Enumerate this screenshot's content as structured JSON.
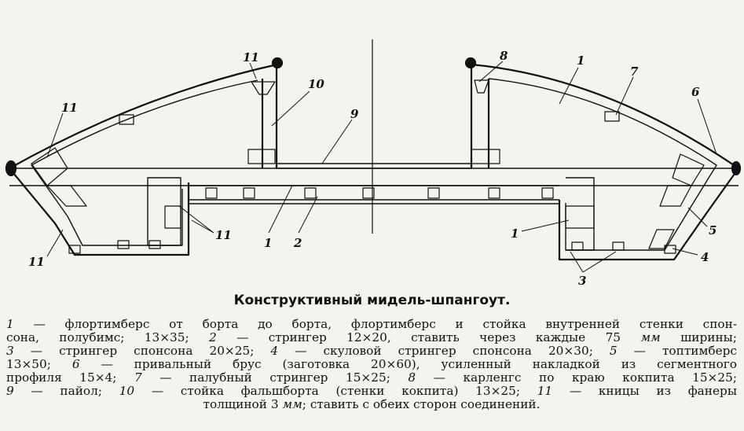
{
  "title": "Конструктивный мидель-шпангоут.",
  "callouts": {
    "n11a": "11",
    "n11b": "11",
    "n11c": "11",
    "n11d": "11",
    "n10": "10",
    "n9": "9",
    "n8": "8",
    "n1a": "1",
    "n7": "7",
    "n6": "6",
    "n1b": "1",
    "n2": "2",
    "n1c": "1",
    "n5": "5",
    "n4": "4",
    "n3": "3"
  },
  "caption_lines": [
    {
      "segs": [
        {
          "t": "1",
          "i": true
        },
        {
          "t": " — флортимберс от борта до борта, флортимберс и стойка внутренней стенки спон-"
        }
      ]
    },
    {
      "segs": [
        {
          "t": "сона, полубимс; 13×35; "
        },
        {
          "t": "2",
          "i": true
        },
        {
          "t": " — стрингер 12×20, ставить через каждые 75 "
        },
        {
          "t": "мм",
          "i": true
        },
        {
          "t": " ширины;"
        }
      ]
    },
    {
      "segs": [
        {
          "t": "3",
          "i": true
        },
        {
          "t": " — стрингер спонсона 20×25; "
        },
        {
          "t": "4",
          "i": true
        },
        {
          "t": " — скуловой стрингер спонсона 20×30; "
        },
        {
          "t": "5",
          "i": true
        },
        {
          "t": " — топтимберс"
        }
      ]
    },
    {
      "segs": [
        {
          "t": "13×50; "
        },
        {
          "t": "6",
          "i": true
        },
        {
          "t": " — привальный брус (заготовка 20×60), усиленный накладкой из сегментного"
        }
      ]
    },
    {
      "segs": [
        {
          "t": "профиля 15×4; "
        },
        {
          "t": "7",
          "i": true
        },
        {
          "t": " — палубный стрингер 15×25; "
        },
        {
          "t": "8",
          "i": true
        },
        {
          "t": " — карленгс по краю кокпита 15×25;"
        }
      ]
    },
    {
      "segs": [
        {
          "t": "9",
          "i": true
        },
        {
          "t": " — пайол; "
        },
        {
          "t": "10",
          "i": true
        },
        {
          "t": " — стойка фальшборта (стенки кокпита) 13×25; "
        },
        {
          "t": "11",
          "i": true
        },
        {
          "t": " — кницы из фанеры"
        }
      ]
    },
    {
      "segs": [
        {
          "t": "толщиной 3 "
        },
        {
          "t": "мм",
          "i": true
        },
        {
          "t": "; ставить с обеих сторон соединений."
        }
      ]
    }
  ]
}
